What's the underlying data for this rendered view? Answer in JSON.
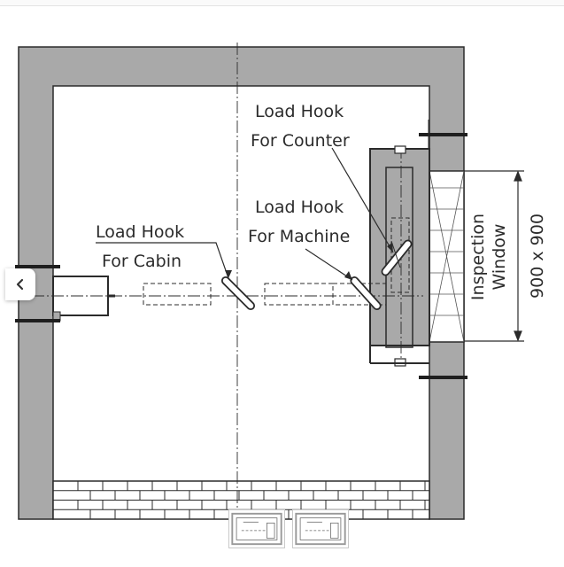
{
  "diagram": {
    "labels": {
      "hook_counter_line1": "Load Hook",
      "hook_counter_line2": "For Counter",
      "hook_machine_line1": "Load Hook",
      "hook_machine_line2": "For Machine",
      "hook_cabin_line1": "Load Hook",
      "hook_cabin_line2": "For Cabin",
      "inspection_line1": "Inspection",
      "inspection_line2": "Window",
      "dimension": "900 x 900"
    }
  },
  "colors": {
    "wall": "#a9a9a9",
    "outline": "#2b2b2b",
    "background": "#ffffff"
  },
  "icons": {
    "prev": "chevron-left-icon"
  }
}
